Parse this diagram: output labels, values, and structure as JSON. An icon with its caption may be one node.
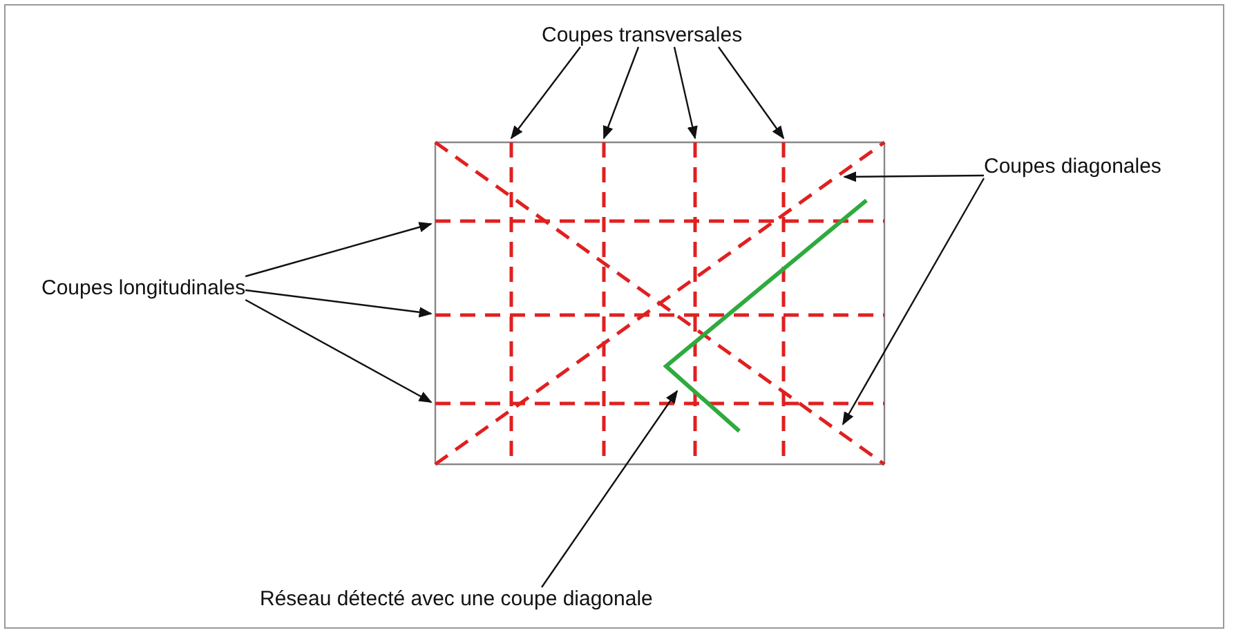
{
  "diagram": {
    "nodes": [
      {
        "text": [
          "Coupes transversales"
        ]
      },
      {
        "text": [
          "Coupes diagonales"
        ]
      },
      {
        "text": [
          "Coupes longitudinales"
        ]
      },
      {
        "text": [
          "Réseau détecté avec une coupe diagonale"
        ]
      }
    ],
    "edges": [
      {
        "from": 0,
        "to": null,
        "arrow": "to"
      },
      {
        "from": 0,
        "to": null,
        "arrow": "to"
      },
      {
        "from": 0,
        "to": null,
        "arrow": "to"
      },
      {
        "from": 0,
        "to": null,
        "arrow": "to"
      },
      {
        "from": 1,
        "to": null,
        "arrow": "to"
      },
      {
        "from": 1,
        "to": null,
        "arrow": "to"
      },
      {
        "from": 2,
        "to": null,
        "arrow": "to"
      },
      {
        "from": 2,
        "to": null,
        "arrow": "to"
      },
      {
        "from": 2,
        "to": null,
        "arrow": "to"
      },
      {
        "from": 3,
        "to": null,
        "arrow": "to"
      }
    ]
  }
}
